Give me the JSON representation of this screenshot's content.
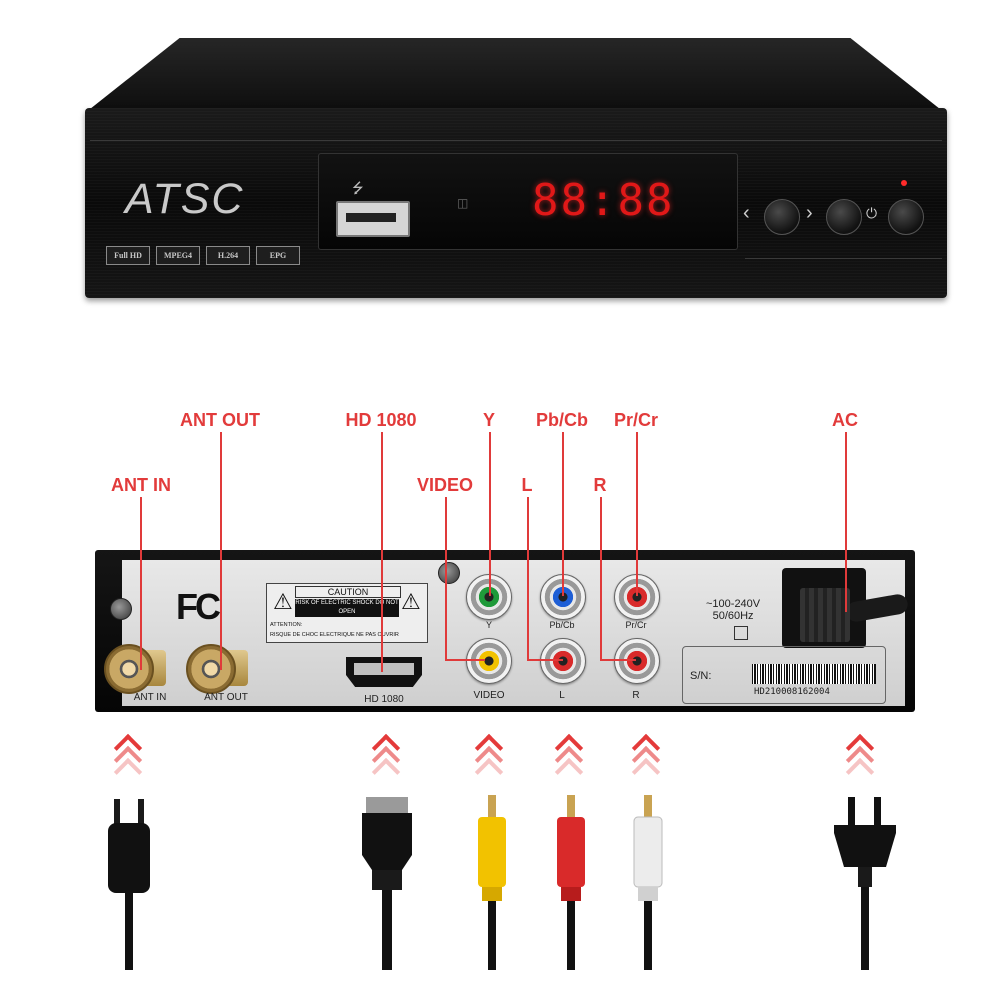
{
  "front_panel": {
    "brand": "ATSC",
    "badges": [
      "Full HD",
      "MPEG4",
      "H.264",
      "EPG"
    ],
    "clock_display": "88:88",
    "usb_icon": "usb-icon",
    "buttons": [
      {
        "name": "left-button",
        "glyph": "‹"
      },
      {
        "name": "right-button",
        "glyph": "›"
      },
      {
        "name": "power-button",
        "glyph": "⏻"
      }
    ],
    "power_led_color": "#ff2a2a"
  },
  "callouts": {
    "ant_out": "ANT OUT",
    "hd1080": "HD 1080",
    "y": "Y",
    "pbcb": "Pb/Cb",
    "prcr": "Pr/Cr",
    "ac": "AC",
    "ant_in": "ANT IN",
    "video": "VIDEO",
    "l": "L",
    "r": "R",
    "color": "#e23b3b"
  },
  "rear_panel": {
    "fc_mark": "FC",
    "caution": {
      "title": "CAUTION",
      "warning": "RISK OF ELECTRIC SHOCK DO NOT OPEN",
      "line1": "ATTENTION:",
      "line2": "RISQUE DE CHOC ELECTRIQUE NE PAS OUVRIR"
    },
    "port_labels": {
      "ant_in": "ANT IN",
      "ant_out": "ANT OUT",
      "hd1080": "HD 1080",
      "video": "VIDEO",
      "l": "L",
      "r": "R",
      "y": "Y",
      "pbcb": "Pb/Cb",
      "prcr": "Pr/Cr"
    },
    "rca_colors": {
      "y": "#1f9a3a",
      "pb": "#1f5fd6",
      "pr": "#d92a2a",
      "video": "#f2c200",
      "l": "#d92a2a",
      "r": "#d92a2a"
    },
    "voltage": "~100-240V",
    "frequency": "50/60Hz",
    "sn_label": "S/N:",
    "serial": "HD210008162004"
  },
  "cables": [
    {
      "name": "antenna",
      "icon": "coax-plug-icon"
    },
    {
      "name": "hdmi",
      "icon": "hdmi-plug-icon"
    },
    {
      "name": "yellow",
      "icon": "rca-plug-icon",
      "color": "#f2c200"
    },
    {
      "name": "red",
      "icon": "rca-plug-icon",
      "color": "#d92a2a"
    },
    {
      "name": "white",
      "icon": "rca-plug-icon",
      "color": "#e8e8e8"
    },
    {
      "name": "power",
      "icon": "power-plug-icon"
    }
  ]
}
